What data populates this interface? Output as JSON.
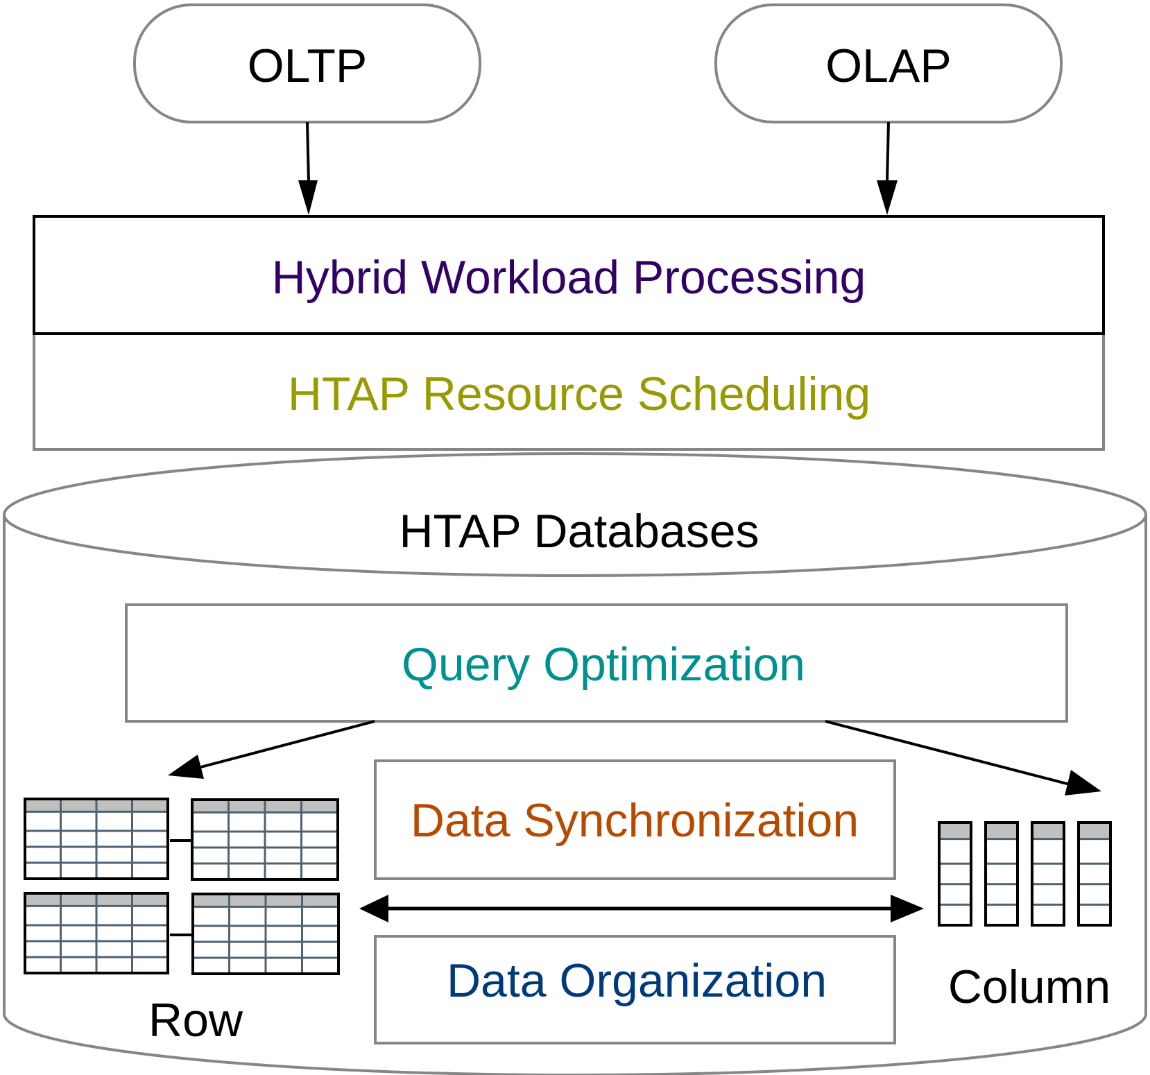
{
  "diagram": {
    "workloads": [
      {
        "id": "oltp",
        "label": "OLTP"
      },
      {
        "id": "olap",
        "label": "OLAP"
      }
    ],
    "layers": {
      "hybrid": {
        "label": "Hybrid Workload Processing",
        "color": "#330066"
      },
      "scheduling": {
        "label": "HTAP Resource Scheduling",
        "color": "#999900"
      }
    },
    "database": {
      "label": "HTAP Databases",
      "query_optimization": {
        "label": "Query Optimization",
        "color": "#009090"
      },
      "data_synchronization": {
        "label": "Data Synchronization",
        "color": "#B84A00"
      },
      "data_organization": {
        "label": "Data Organization",
        "color": "#003A7A"
      },
      "row_store": {
        "label": "Row",
        "tables": 4,
        "rows_per_table": 5,
        "cols_per_table": 4
      },
      "column_store": {
        "label": "Column",
        "columns": 4,
        "cells_per_column": 5
      }
    },
    "colors": {
      "outline_gray": "#868686",
      "grid_line": "#4E6272",
      "header_fill": "#C0C0C0",
      "arrow": "#000000"
    },
    "edges": [
      {
        "from": "OLTP",
        "to": "Hybrid Workload Processing"
      },
      {
        "from": "OLAP",
        "to": "Hybrid Workload Processing"
      },
      {
        "from": "Query Optimization",
        "to": "Row"
      },
      {
        "from": "Query Optimization",
        "to": "Column"
      },
      {
        "from": "Row",
        "to": "Column",
        "bidirectional": true
      }
    ]
  }
}
